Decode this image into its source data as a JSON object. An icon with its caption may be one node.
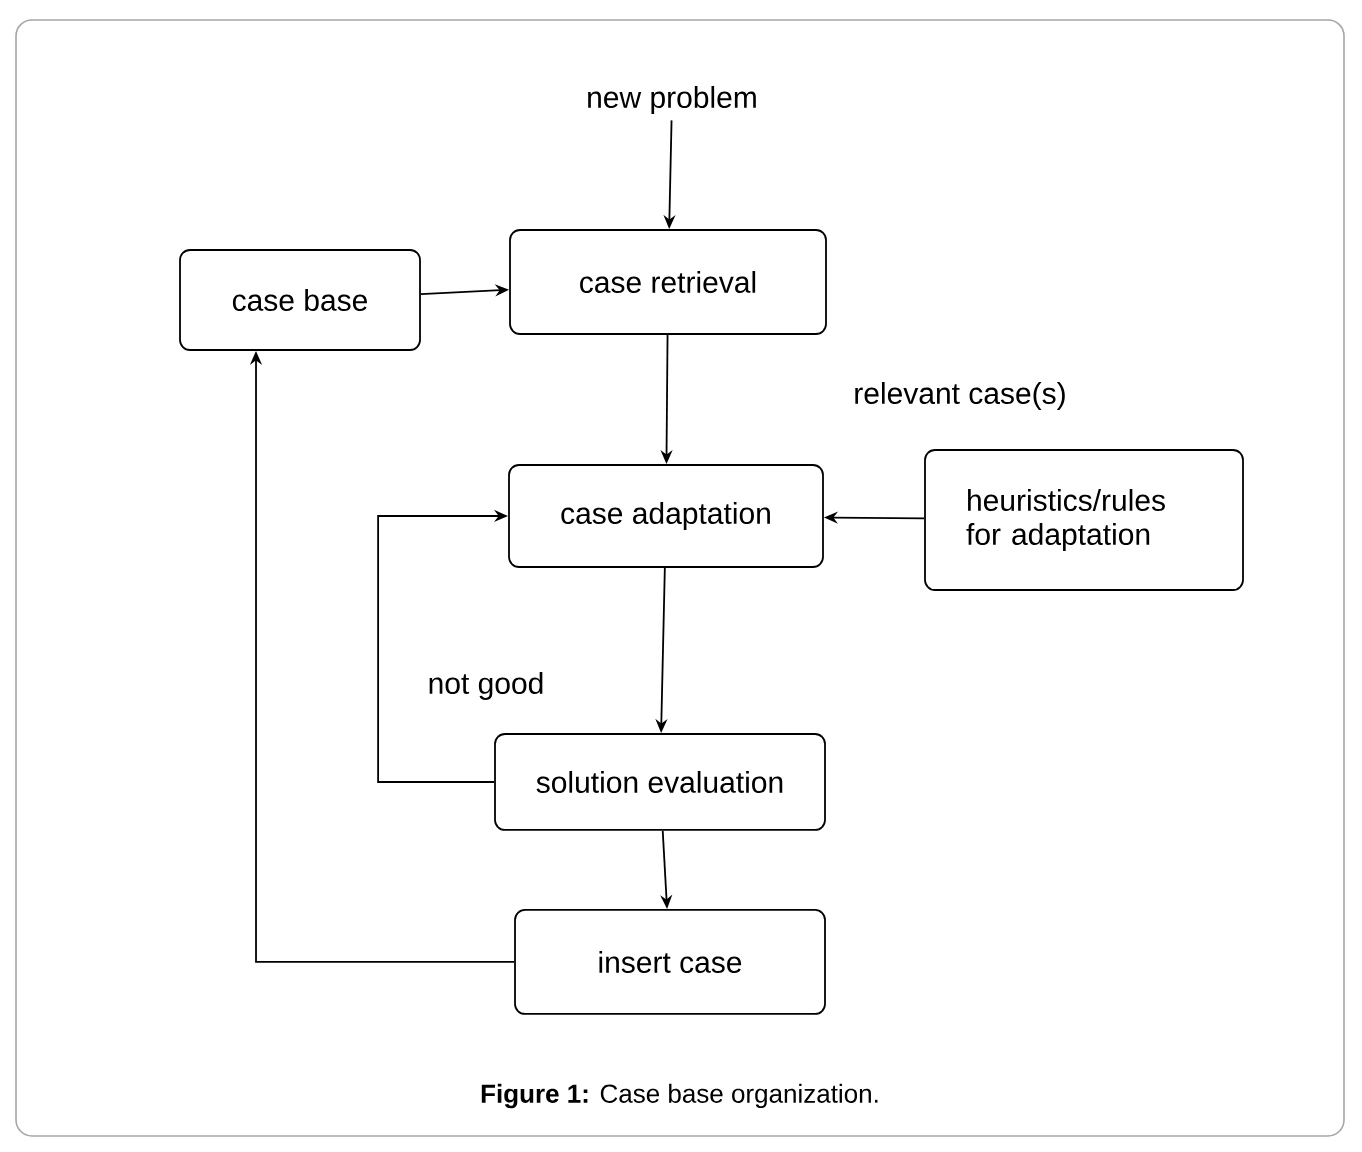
{
  "diagram": {
    "caption": "**Figure 1:** Case base organization.",
    "nodes": [
      {
        "text": [
          "new problem"
        ]
      },
      {
        "text": [
          "case base"
        ]
      },
      {
        "text": [
          "case retrieval"
        ]
      },
      {
        "text": [
          "case adaptation"
        ]
      },
      {
        "text": [
          "heuristics/rules for adaptation"
        ]
      },
      {
        "text": [
          "solution evaluation"
        ]
      },
      {
        "text": [
          "insert case"
        ]
      }
    ],
    "edges": [
      {
        "from": 0,
        "to": 2,
        "arrow": "to"
      },
      {
        "from": 1,
        "to": 2,
        "arrow": "to"
      },
      {
        "from": 2,
        "to": 3,
        "arrow": "to"
      },
      {
        "from": 4,
        "to": 3,
        "arrow": "to"
      },
      {
        "from": 3,
        "to": 5,
        "arrow": "to"
      },
      {
        "from": 5,
        "to": 3,
        "label": "not good",
        "arrow": "to"
      },
      {
        "from": 5,
        "to": 6,
        "arrow": "to"
      },
      {
        "from": 6,
        "to": 1,
        "arrow": "to"
      }
    ],
    "labels": [
      "relevant case(s)"
    ]
  }
}
